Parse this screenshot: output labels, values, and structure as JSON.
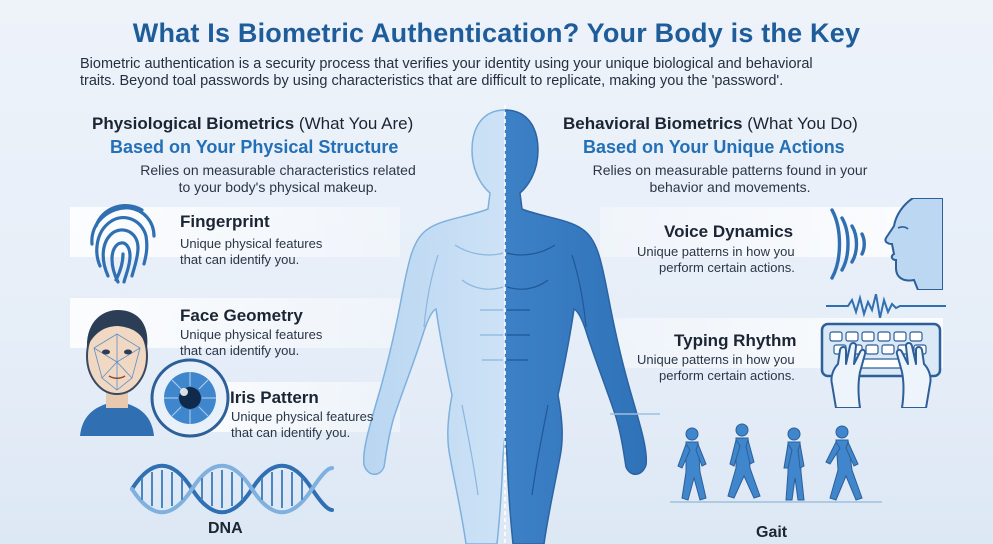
{
  "title": "What Is Biometric Authentication? Your Body is the Key",
  "intro_line1": "Biometric authentication is a security process that verifies your identity using your unique biological and behavioral",
  "intro_line2": "traits. Beyond toal passwords by using characteristics that are difficult to replicate, making you the 'password'.",
  "left": {
    "heading": "Physiological Biometrics",
    "heading_note": "(What You Are)",
    "subheading": "Based on Your Physical Structure",
    "desc_line1": "Relies on measurable characteristics related",
    "desc_line2": "to your body's physical makeup.",
    "items": [
      {
        "title": "Fingerprint",
        "desc_line1": "Unique physical features",
        "desc_line2": "that can identify you.",
        "icon": "fingerprint-icon"
      },
      {
        "title": "Face Geometry",
        "desc_line1": "Unique physical features",
        "desc_line2": "that can identify you.",
        "icon": "face-icon"
      },
      {
        "title": "Iris Pattern",
        "desc_line1": "Unique physical features",
        "desc_line2": "that can identify you.",
        "icon": "eye-icon"
      }
    ],
    "dna_label": "DNA"
  },
  "right": {
    "heading": "Behavioral Biometrics",
    "heading_note": "(What You Do)",
    "subheading": "Based on Your Unique Actions",
    "desc_line1": "Relies on measurable patterns found in your",
    "desc_line2": "behavior and movements.",
    "items": [
      {
        "title": "Voice Dynamics",
        "desc_line1": "Unique patterns in how you",
        "desc_line2": "perform certain actions.",
        "icon": "voice-icon"
      },
      {
        "title": "Typing Rhythm",
        "desc_line1": "Unique patterns in how you",
        "desc_line2": "perform certain actions.",
        "icon": "keyboard-icon"
      }
    ],
    "gait_label": "Gait"
  },
  "colors": {
    "title": "#1f5d9a",
    "accent": "#2470b7",
    "body_light": "#cfe2f5",
    "body_dark": "#3f86cc"
  }
}
